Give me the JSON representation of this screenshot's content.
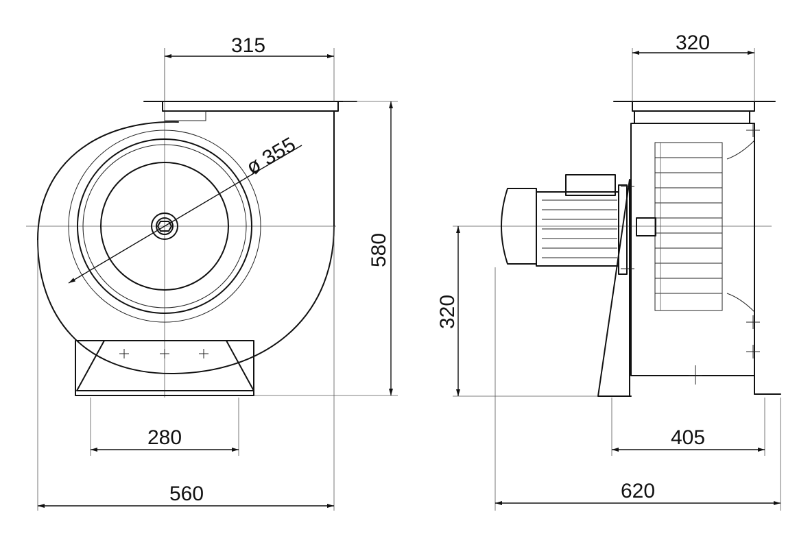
{
  "dimensions": {
    "flange_width": "315",
    "impeller_diameter": "ø 355",
    "overall_height": "580",
    "base_width": "280",
    "overall_width": "560",
    "side_flange_width": "320",
    "shaft_height": "320",
    "side_base_length": "405",
    "overall_length": "620"
  }
}
